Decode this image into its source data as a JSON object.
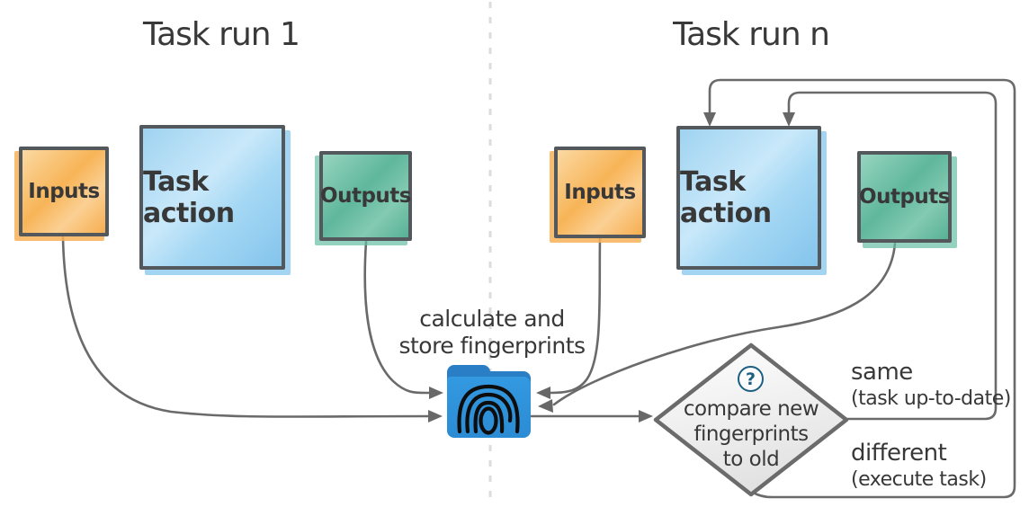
{
  "titles": {
    "run1": "Task run 1",
    "runn": "Task run n"
  },
  "boxes": {
    "inputs_label": "Inputs",
    "task_action_label": "Task action",
    "outputs_label": "Outputs"
  },
  "store": {
    "caption_line1": "calculate and",
    "caption_line2": "store fingerprints",
    "icon": "fingerprint-folder-icon"
  },
  "decision": {
    "icon": "question-mark-icon",
    "question_mark": "?",
    "line1": "compare new",
    "line2": "fingerprints",
    "line3": "to old"
  },
  "outcomes": {
    "same_label": "same",
    "same_note": "(task up-to-date)",
    "different_label": "different",
    "different_note": "(execute task)"
  },
  "colors": {
    "inputs_fill": "#f7b457",
    "task_fill": "#9ed4f2",
    "outputs_fill": "#6fc0a6",
    "box_border": "#53585c",
    "folder_blue": "#2d92db",
    "folder_tab_blue": "#2a7ec6",
    "connector_gray": "#6a6a6a",
    "question_blue": "#1d5f82",
    "divider_gray": "#dcdcdc",
    "text_dark": "#383838"
  }
}
